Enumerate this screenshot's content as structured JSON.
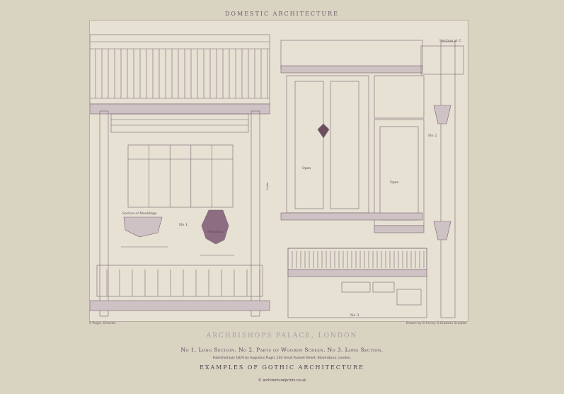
{
  "header": {
    "top_title": "DOMESTIC ARCHITECTURE"
  },
  "plate": {
    "labels": {
      "section_ab": "Section at C",
      "section_of_mouldings": "Section of Mouldings",
      "no1": "No 1.",
      "no2": "No 2.",
      "no3": "No 3.",
      "medallion": "Medallion",
      "open_left": "Open",
      "open_right": "Open",
      "scale_note": "Scale"
    }
  },
  "credits": {
    "left": "A Pugin, Director",
    "right": "Drawn by B Ferrey  O.Gladwin Sculptor"
  },
  "titles": {
    "main": "ARCHBISHOPS PALACE, LONDON",
    "subtitle": "No 1. Long Section. No 2. Parts of Wooden Screen. No 3. Long Section.",
    "published": "Published July 1829 by Augustus Pugin, 105 Great Russell Street, Bloomsbury, London.",
    "series": "EXAMPLES OF GOTHIC ARCHITECTURE"
  },
  "footer": {
    "copyright": "© architecturalprints.co.uk"
  },
  "colors": {
    "background": "#d9d3c2",
    "plate": "#e6e1d3",
    "ink": "#6b5566"
  }
}
